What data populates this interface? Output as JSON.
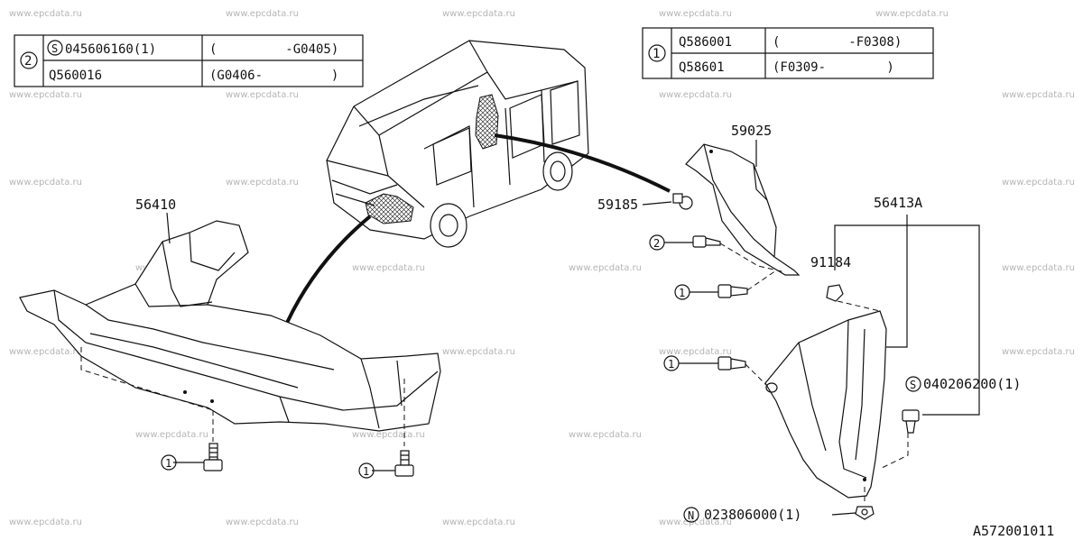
{
  "watermark": "www.epcdata.ru",
  "figure_code": "A572001011",
  "table_left": {
    "marker": "2",
    "rows": [
      {
        "prefix": "S",
        "part": "045606160(1)",
        "range": "(         -G0405)"
      },
      {
        "prefix": "",
        "part": "Q560016",
        "range": "(G0406-         )"
      }
    ]
  },
  "table_right": {
    "marker": "1",
    "rows": [
      {
        "part": "Q586001",
        "range": "(         -F0308)"
      },
      {
        "part": "Q58601",
        "range": "(F0309-        )"
      }
    ]
  },
  "labels": {
    "p56410": "56410",
    "p59025": "59025",
    "p59185": "59185",
    "p56413A": "56413A",
    "p91184": "91184",
    "p040206200": "040206200(1)",
    "p040206200_prefix": "S",
    "p023806000": "023806000(1)",
    "p023806000_prefix": "N"
  },
  "callouts": {
    "c1": "1",
    "c2": "2"
  }
}
